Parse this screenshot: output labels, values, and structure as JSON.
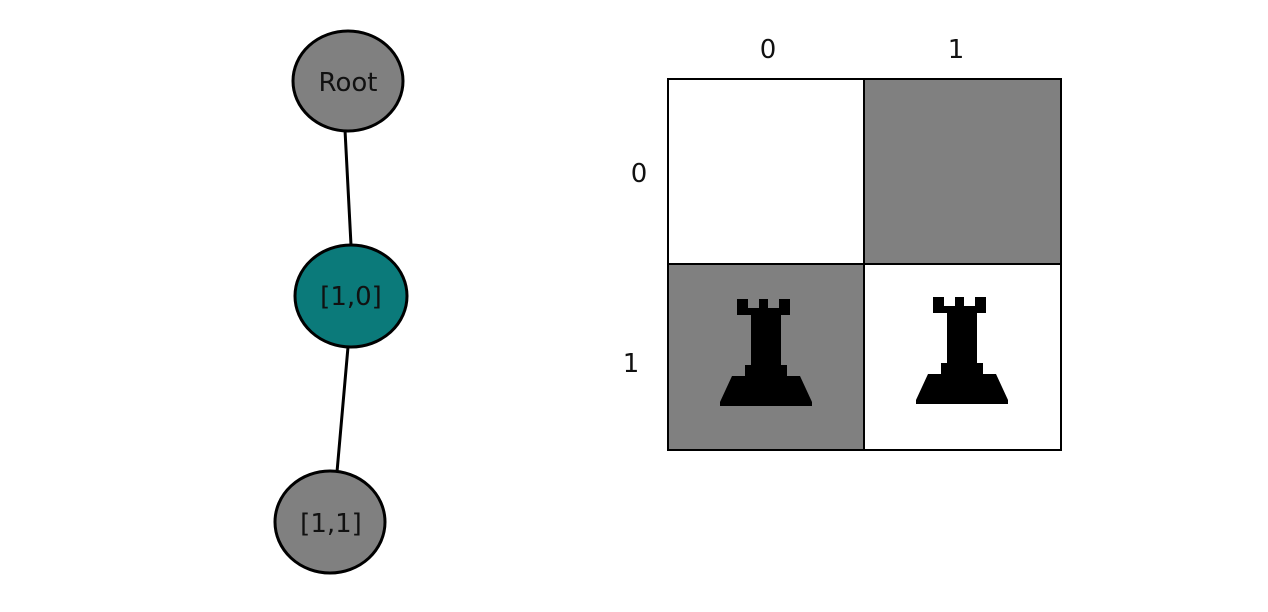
{
  "tree": {
    "nodes": [
      {
        "id": "root",
        "label": "Root",
        "color": "#808080",
        "active": false
      },
      {
        "id": "n10",
        "label": "[1,0]",
        "color": "#0b7a7a",
        "active": true
      },
      {
        "id": "n11",
        "label": "[1,1]",
        "color": "#808080",
        "active": false
      }
    ],
    "edges": [
      {
        "from": "root",
        "to": "n10"
      },
      {
        "from": "n10",
        "to": "n11"
      }
    ]
  },
  "board": {
    "col_labels": [
      "0",
      "1"
    ],
    "row_labels": [
      "0",
      "1"
    ],
    "cells": [
      [
        {
          "shade": "light",
          "piece": ""
        },
        {
          "shade": "dark",
          "piece": ""
        }
      ],
      [
        {
          "shade": "dark",
          "piece": "rook"
        },
        {
          "shade": "light",
          "piece": "rook"
        }
      ]
    ],
    "light_color": "#ffffff",
    "dark_color": "#808080",
    "piece_color": "#000000"
  }
}
